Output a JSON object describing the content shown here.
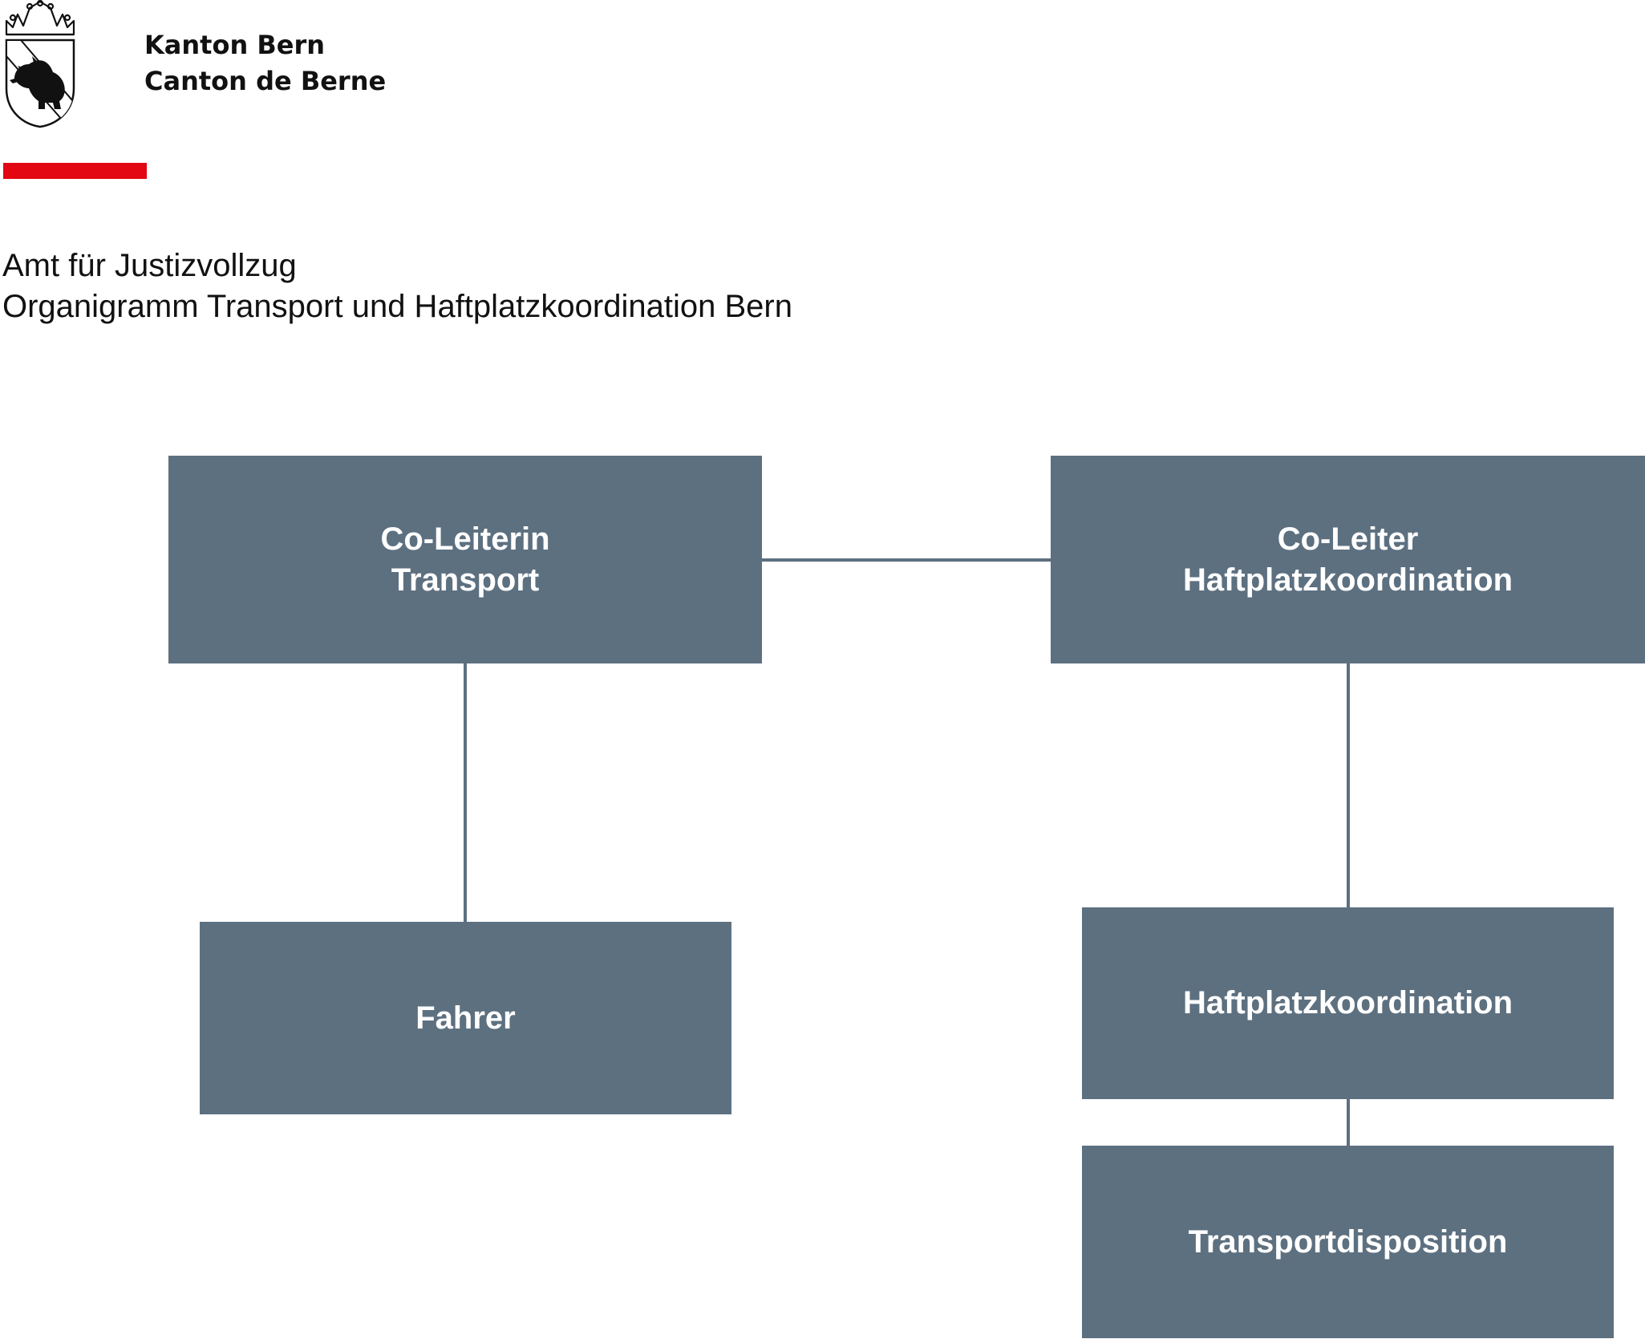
{
  "header": {
    "brand_de": "Kanton Bern",
    "brand_fr": "Canton de Berne",
    "accent_color": "#e30613"
  },
  "title": {
    "line1": "Amt für Justizvollzug",
    "line2": "Organigramm Transport und Haftplatzkoordination Bern"
  },
  "org": {
    "box_color": "#5d7080",
    "text_color": "#ffffff",
    "nodes": {
      "co_leiterin": {
        "line1": "Co-Leiterin",
        "line2": "Transport"
      },
      "co_leiter": {
        "line1": "Co-Leiter",
        "line2": "Haftplatzkoordination"
      },
      "fahrer": {
        "line1": "Fahrer"
      },
      "haftplatzkoordination": {
        "line1": "Haftplatzkoordination"
      },
      "transportdisposition": {
        "line1": "Transportdisposition"
      }
    }
  }
}
